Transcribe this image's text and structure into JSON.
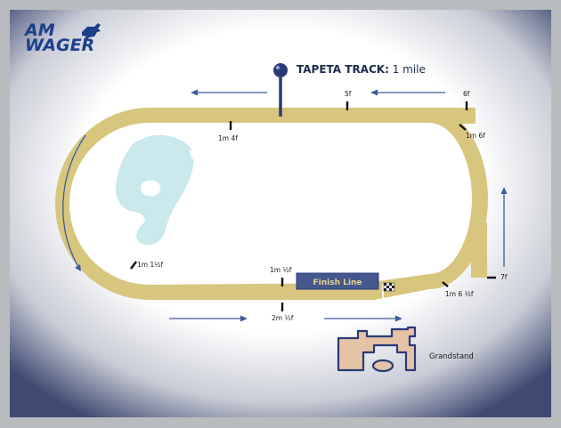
{
  "logo": {
    "line1": "AM",
    "line2": "WAGER"
  },
  "track_title": {
    "name": "TAPETA TRACK:",
    "distance": "1 mile"
  },
  "markers": {
    "5f": "5f",
    "6f": "6f",
    "1m4f": "1m 4f",
    "1m6f": "1m 6f",
    "1m1half": "1m 1½f",
    "1mhalf": "1m ½f",
    "2mhalf": "2m ½f",
    "1m6half": "1m 6 ½f",
    "7f": "7f"
  },
  "finish_line": "Finish Line",
  "grandstand": "Grandstand",
  "colors": {
    "track": "#d8c67e",
    "infield": "#ffffff",
    "lake": "#c9e9ec",
    "navy": "#2a3a78",
    "arrow": "#3d5a9c",
    "grandstand_fill": "#e6c3a6"
  }
}
